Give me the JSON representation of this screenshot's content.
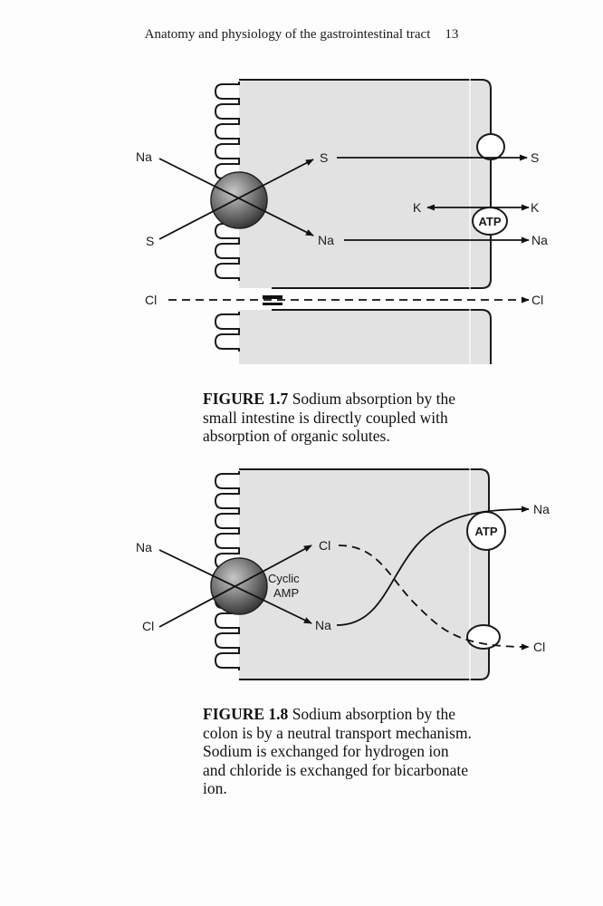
{
  "header": {
    "running_title": "Anatomy and physiology of the gastrointestinal tract",
    "page_number": "13"
  },
  "figure1": {
    "labels": {
      "na_in": "Na",
      "s_in": "S",
      "s_mid": "S",
      "na_mid": "Na",
      "s_out": "S",
      "k_in": "K",
      "k_out": "K",
      "na_out": "Na",
      "cl_in": "Cl",
      "cl_out": "Cl",
      "atp": "ATP"
    },
    "caption_number": "FIGURE 1.7",
    "caption_text": " Sodium absorption by the small intestine is directly coupled with absorption of organic solutes."
  },
  "figure2": {
    "labels": {
      "na_in": "Na",
      "cl_in": "Cl",
      "cl_mid": "Cl",
      "na_mid": "Na",
      "cyclic": "Cyclic",
      "amp": "AMP",
      "na_out": "Na",
      "cl_out": "Cl",
      "atp": "ATP"
    },
    "caption_number": "FIGURE 1.8",
    "caption_text": " Sodium absorption by the colon is by a neutral transport mechanism. Sodium is exchanged for hydrogen ion and chloride is exchanged for bicarbonate ion."
  }
}
